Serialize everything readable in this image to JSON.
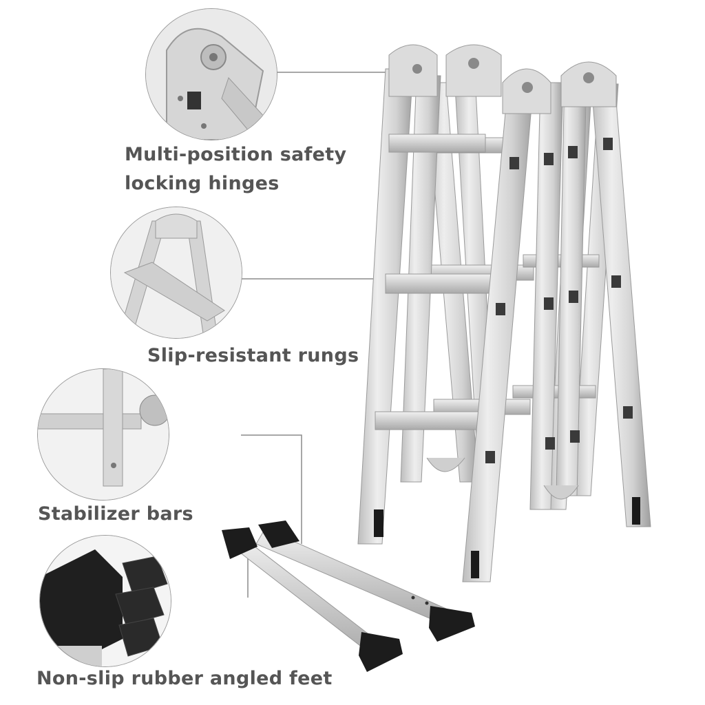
{
  "callouts": {
    "hinges_line1": "Multi-position safety",
    "hinges_line2": "locking hinges",
    "rungs": "Slip-resistant rungs",
    "stabilizer": "Stabilizer bars",
    "feet": "Non-slip rubber angled feet"
  },
  "colors": {
    "text": "#555555",
    "aluminum": "#d9d9d9",
    "aluminum_dark": "#a8a8a8",
    "rubber": "#1c1c1c",
    "leader_line": "#8a8a8a"
  }
}
